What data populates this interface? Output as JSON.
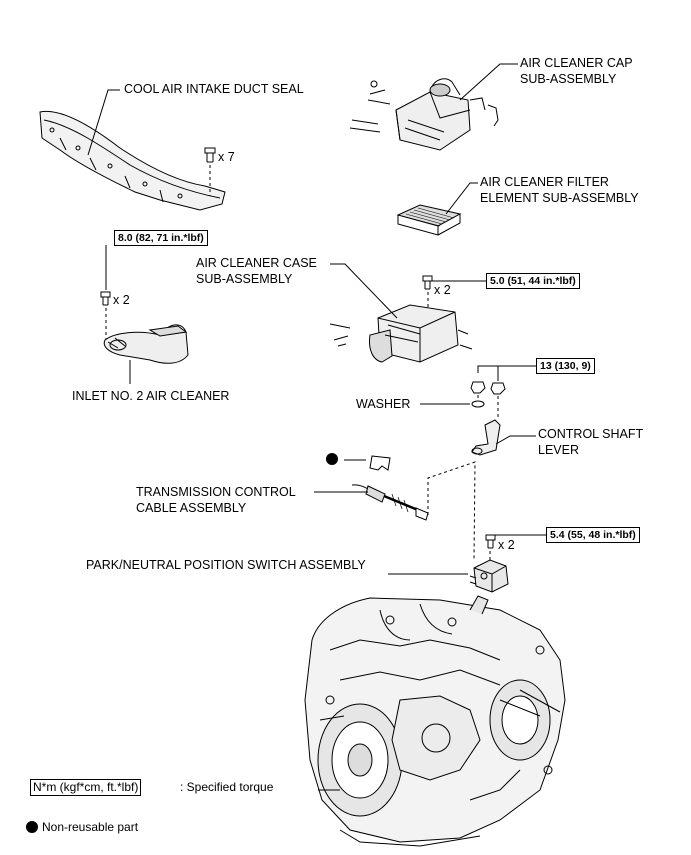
{
  "labels": {
    "cool_air_intake_duct_seal": "COOL AIR INTAKE DUCT SEAL",
    "air_cleaner_cap_line1": "AIR CLEANER CAP",
    "air_cleaner_cap_line2": "SUB-ASSEMBLY",
    "air_cleaner_filter_line1": "AIR CLEANER FILTER",
    "air_cleaner_filter_line2": "ELEMENT SUB-ASSEMBLY",
    "air_cleaner_case_line1": "AIR CLEANER CASE",
    "air_cleaner_case_line2": "SUB-ASSEMBLY",
    "inlet_no2_air_cleaner": "INLET NO. 2 AIR CLEANER",
    "washer": "WASHER",
    "control_shaft_line1": "CONTROL SHAFT",
    "control_shaft_line2": "LEVER",
    "transmission_cable_line1": "TRANSMISSION CONTROL",
    "transmission_cable_line2": "CABLE ASSEMBLY",
    "park_neutral_switch": "PARK/NEUTRAL POSITION SWITCH ASSEMBLY"
  },
  "quantities": {
    "seal_bolts": "x 7",
    "inlet_bolts": "x 2",
    "case_bolts": "x 2",
    "switch_bolts": "x 2"
  },
  "torques": {
    "inlet": "8.0 (82, 71 in.*lbf)",
    "case": "5.0 (51, 44 in.*lbf)",
    "nut": "13 (130, 9)",
    "switch": "5.4 (55, 48 in.*lbf)"
  },
  "legend": {
    "torque_unit": "N*m (kgf*cm, ft.*lbf)",
    "torque_desc": ": Specified torque",
    "non_reusable": "Non-reusable part"
  }
}
